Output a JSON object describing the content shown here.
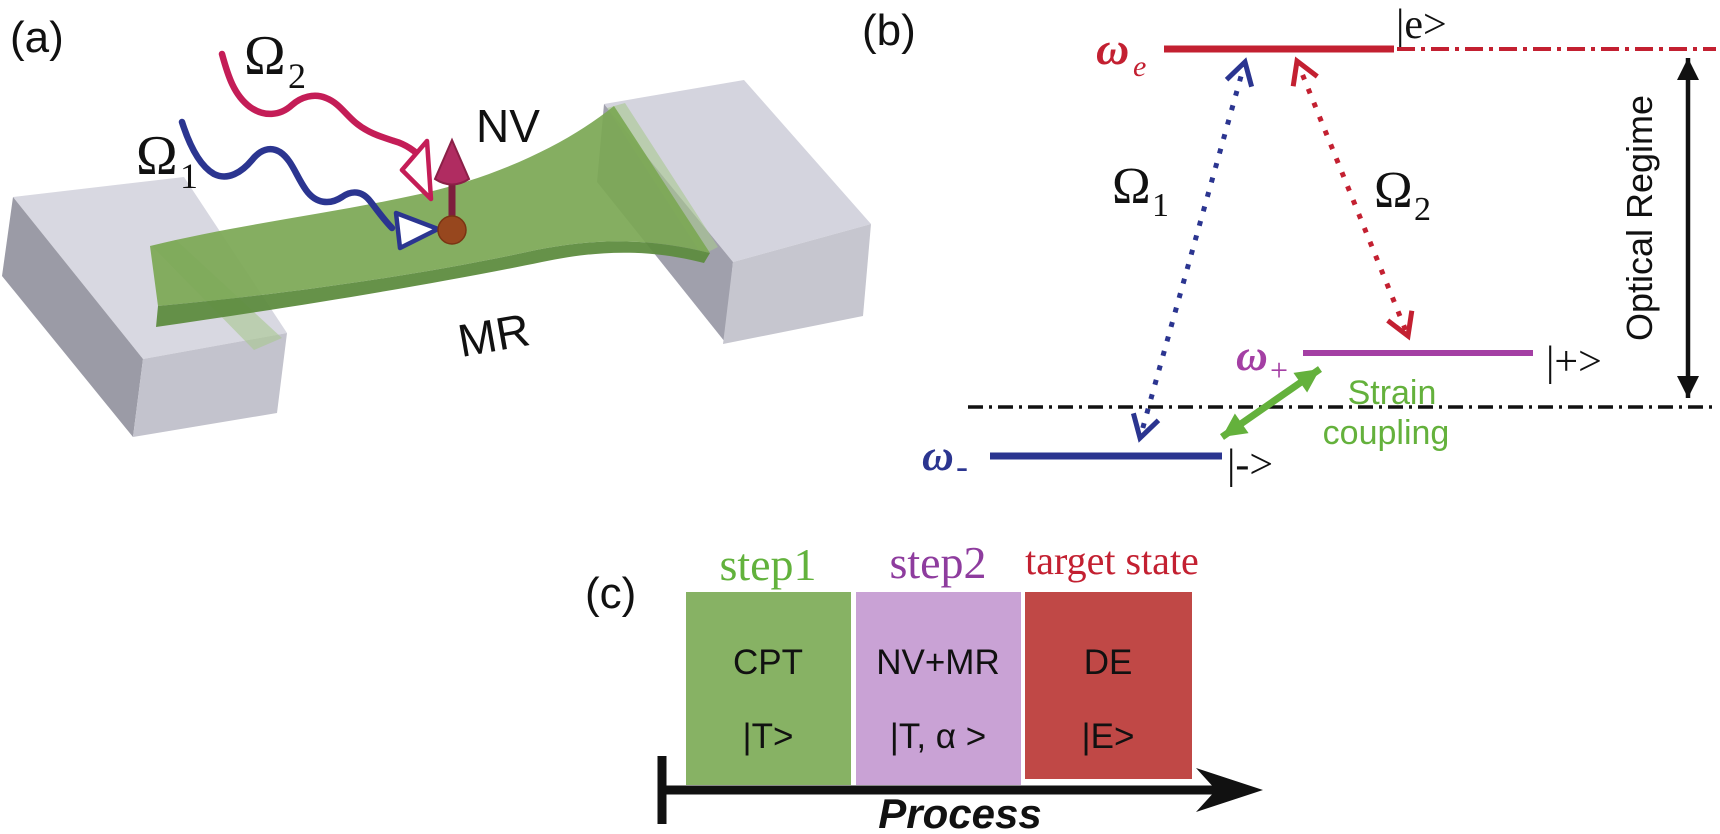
{
  "figure": {
    "type": "scientific-figure",
    "panels": {
      "a": {
        "label": "(a)",
        "nv_label": "NV",
        "mr_label": "MR",
        "omega1": {
          "base": "Ω",
          "sub": "1"
        },
        "omega2": {
          "base": "Ω",
          "sub": "2"
        }
      },
      "b": {
        "label": "(b)",
        "omega_e": {
          "base": "ω",
          "sub": "e"
        },
        "ket_e": "|e>",
        "omega1": {
          "base": "Ω",
          "sub": "1"
        },
        "omega2": {
          "base": "Ω",
          "sub": "2"
        },
        "omega_plus": {
          "base": "ω",
          "sub": "+"
        },
        "ket_plus": "|+>",
        "omega_minus": {
          "base": "ω",
          "sub": "-"
        },
        "ket_minus": "|->",
        "strain_line1": "Strain",
        "strain_line2": "coupling",
        "optical_regime": "Optical Regime"
      },
      "c": {
        "label": "(c)",
        "steps": [
          {
            "title": "step1",
            "line1": "CPT",
            "line2": "|T>"
          },
          {
            "title": "step2",
            "line1": "NV+MR",
            "line2": "|T, α >"
          },
          {
            "title": "target state",
            "line1": "DE",
            "line2": "|E>"
          }
        ],
        "axis_label": "Process"
      }
    },
    "colors": {
      "level_red": "#C32031",
      "wave_crimson": "#C41D57",
      "blue": "#2B3590",
      "purple_level": "#A43FA4",
      "step2_purple": "#8E3C9E",
      "green_accent": "#64B13C",
      "beam_green": "#7CA855",
      "beam_lip_green": "#5E8C3F",
      "box_green": "#87B264",
      "box_purple": "#C9A2D5",
      "box_red": "#C04846",
      "nv_dot_brown": "#97471E",
      "spin_arrow": "#B02C61",
      "black": "#111111"
    }
  }
}
